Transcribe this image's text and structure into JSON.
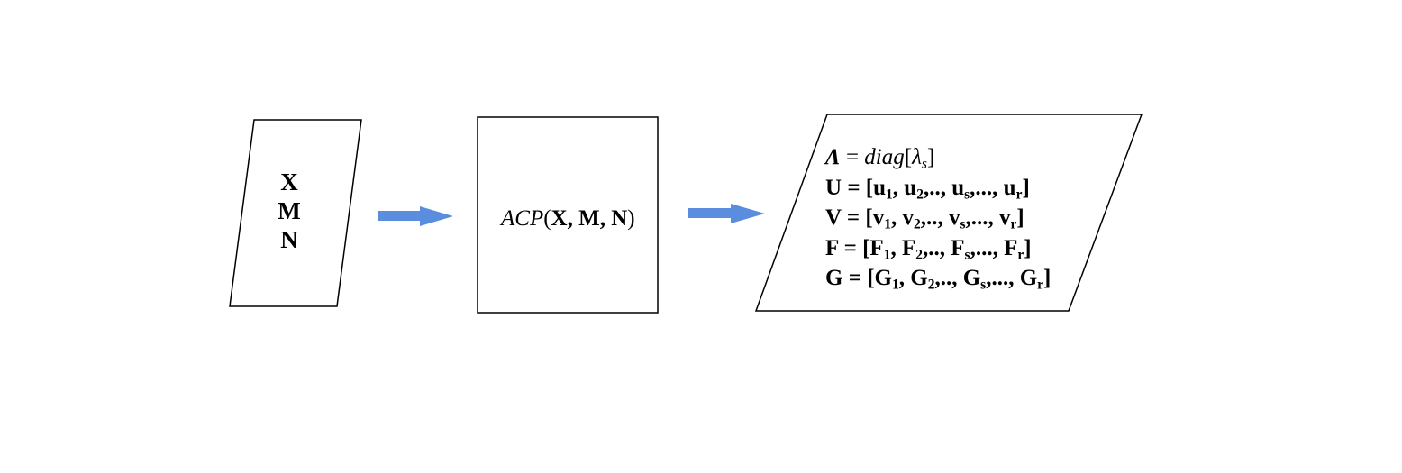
{
  "colors": {
    "arrow": "#5b8ddf",
    "stroke": "#000000",
    "background": "#ffffff"
  },
  "input": {
    "lines": [
      "X",
      "M",
      "N"
    ]
  },
  "process": {
    "function": "ACP",
    "open": "(",
    "args": "X, M, N",
    "close": ")"
  },
  "output": {
    "lambda": {
      "symbol": "Λ",
      "eq": " = ",
      "fn": "diag",
      "open": "[",
      "body": "λ",
      "sub": "s",
      "close": "]"
    },
    "rows": [
      {
        "name": "U",
        "eq": " = [",
        "items": [
          {
            "b": "u",
            "s": "1",
            "sep": ", "
          },
          {
            "b": "u",
            "s": "2",
            "sep": ",.., "
          },
          {
            "b": "u",
            "s": "s",
            "sep": ",..., "
          },
          {
            "b": "u",
            "s": "r",
            "sep": ""
          }
        ],
        "close": "]"
      },
      {
        "name": "V",
        "eq": " = [",
        "items": [
          {
            "b": "v",
            "s": "1",
            "sep": ", "
          },
          {
            "b": "v",
            "s": "2",
            "sep": ",.., "
          },
          {
            "b": "v",
            "s": "s",
            "sep": ",..., "
          },
          {
            "b": "v",
            "s": "r",
            "sep": ""
          }
        ],
        "close": "]"
      },
      {
        "name": "F",
        "eq": " = [",
        "items": [
          {
            "b": "F",
            "s": "1",
            "sep": ", "
          },
          {
            "b": "F",
            "s": "2",
            "sep": ",.., "
          },
          {
            "b": "F",
            "s": "s",
            "sep": ",..., "
          },
          {
            "b": "F",
            "s": "r",
            "sep": ""
          }
        ],
        "close": "]"
      },
      {
        "name": "G",
        "eq": " = [",
        "items": [
          {
            "b": "G",
            "s": "1",
            "sep": ", "
          },
          {
            "b": "G",
            "s": "2",
            "sep": ",.., "
          },
          {
            "b": "G",
            "s": "s",
            "sep": ",..., "
          },
          {
            "b": "G",
            "s": "r",
            "sep": ""
          }
        ],
        "close": "]"
      }
    ]
  }
}
